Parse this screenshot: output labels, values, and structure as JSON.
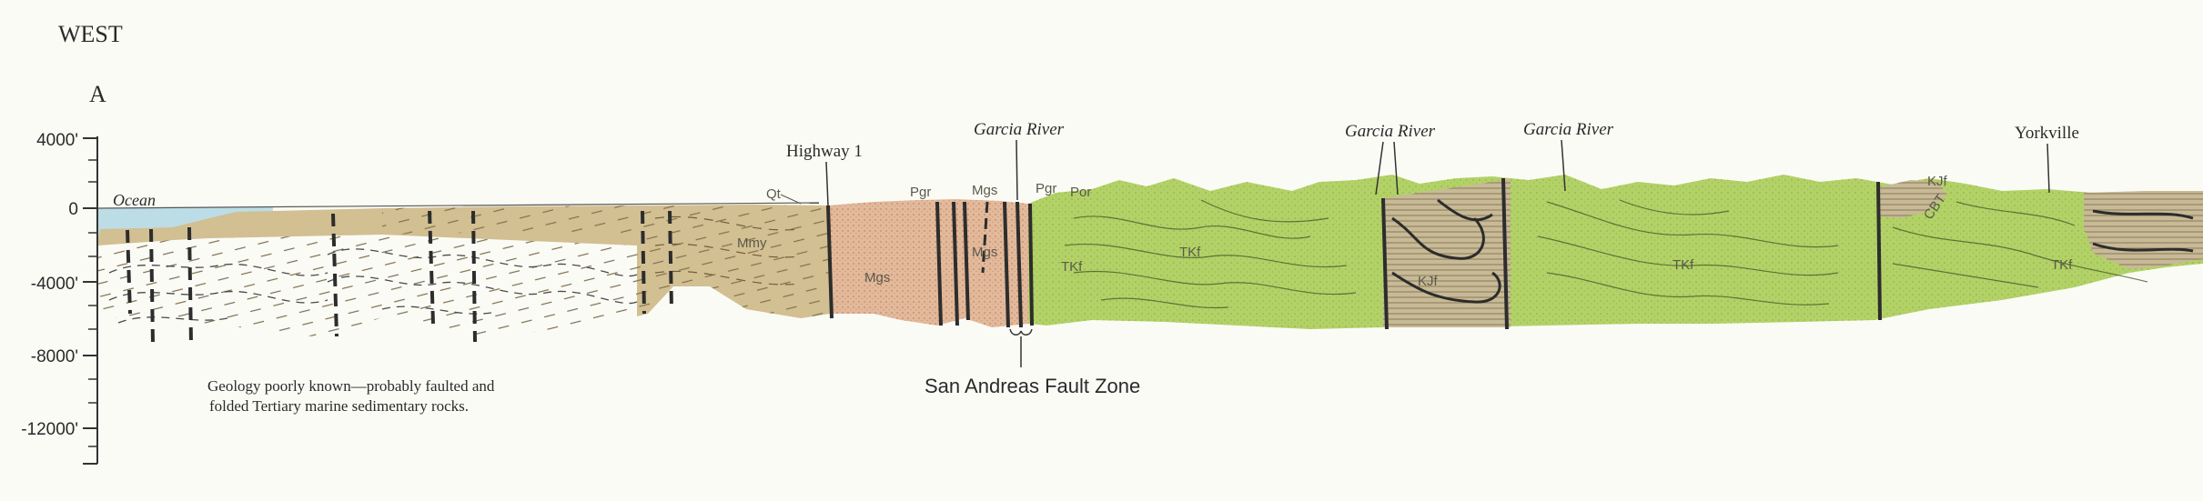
{
  "header": {
    "direction": "WEST",
    "section_label": "A"
  },
  "elevation_axis": {
    "ticks": [
      "4000'",
      "0",
      "-4000'",
      "-8000'",
      "-12000'"
    ]
  },
  "features": {
    "ocean": "Ocean",
    "highway": "Highway 1",
    "garcia_river_1": "Garcia River",
    "garcia_river_2": "Garcia River",
    "garcia_river_3": "Garcia River",
    "yorkville": "Yorkville"
  },
  "units": {
    "qt": "Qt",
    "mmy": "Mmy",
    "mgs_1": "Mgs",
    "mgs_2": "Mgs",
    "mgs_3": "Mgs",
    "pgr_1": "Pgr",
    "pgr_2": "Pgr",
    "por": "Por",
    "tkf_1": "TKf",
    "tkf_2": "TKf",
    "tkf_3": "TKf",
    "tkf_4": "TKf",
    "kjf_1": "KJf",
    "kjf_2": "KJf",
    "cbt": "CBT"
  },
  "fault_zone_label": "San Andreas Fault Zone",
  "note": {
    "line1": "Geology poorly known—probably faulted and",
    "line2": "folded Tertiary marine sedimentary rocks."
  },
  "colors": {
    "ocean": "#bcdde6",
    "tertiary_marine": "#d2bf92",
    "mgs": "#e2b99b",
    "franciscan": "#b2d267",
    "kjf": "#c8ba96"
  }
}
